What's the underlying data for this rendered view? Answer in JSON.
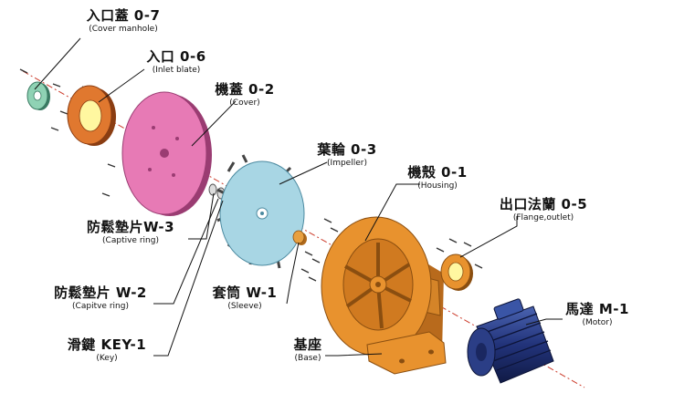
{
  "parts": [
    {
      "id": "cover-manhole",
      "name": "入口蓋 0-7",
      "desc": "(Cover manhole)",
      "color": "#8fd2b4"
    },
    {
      "id": "inlet-plate",
      "name": "入口 0-6",
      "desc": "(Inlet blate)",
      "color": "#e0782f"
    },
    {
      "id": "cover",
      "name": "機蓋 0-2",
      "desc": "(Cover)",
      "color": "#e77ab5"
    },
    {
      "id": "impeller",
      "name": "葉輪 0-3",
      "desc": "(Impeller)",
      "color": "#a8d6e4"
    },
    {
      "id": "housing",
      "name": "機殼 0-1",
      "desc": "(Housing)",
      "color": "#e8922e"
    },
    {
      "id": "flange-outlet",
      "name": "出口法蘭 0-5",
      "desc": "(Flange,outlet)",
      "color": "#e8922e"
    },
    {
      "id": "captive-ring-w3",
      "name": "防鬆墊片W-3",
      "desc": "(Captive ring)",
      "color": "#dddddd"
    },
    {
      "id": "captive-ring-w2",
      "name": "防鬆墊片 W-2",
      "desc": "(Capitve ring)",
      "color": "#dddddd"
    },
    {
      "id": "sleeve",
      "name": "套筒 W-1",
      "desc": "(Sleeve)",
      "color": "#e8a040"
    },
    {
      "id": "key",
      "name": "滑鍵 KEY-1",
      "desc": "(Key)",
      "color": "#cccccc"
    },
    {
      "id": "base",
      "name": "基座",
      "desc": "(Base)",
      "color": "#e8922e"
    },
    {
      "id": "motor",
      "name": "馬達 M-1",
      "desc": "(Motor)",
      "color": "#2a3f8a"
    }
  ]
}
